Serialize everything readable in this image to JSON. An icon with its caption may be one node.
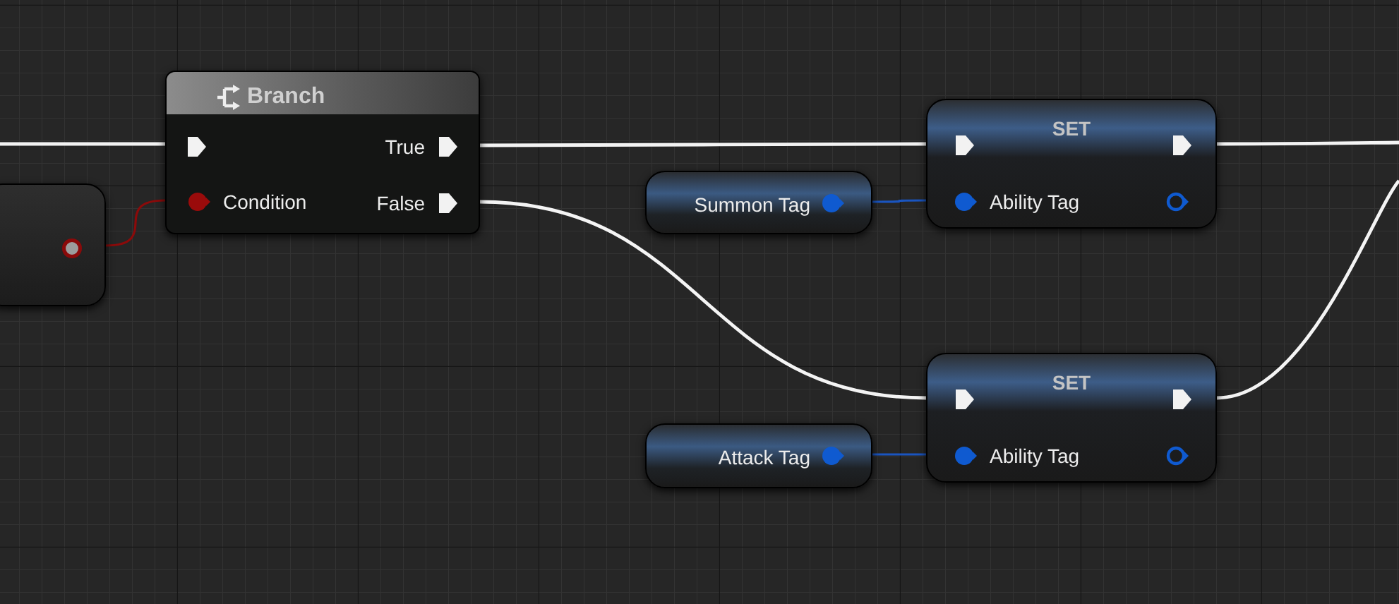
{
  "diagram": {
    "nodes": [
      {
        "text": [],
        "shape": "box"
      },
      {
        "text": [
          "Branch",
          "True",
          "Condition",
          "False"
        ]
      },
      {
        "text": [
          "Summon Tag"
        ]
      },
      {
        "text": [
          "SET",
          "Ability Tag"
        ]
      },
      {
        "text": [
          "Attack Tag"
        ]
      },
      {
        "text": [
          "SET",
          "Ability Tag"
        ]
      }
    ],
    "edges": [
      {
        "from": null,
        "to": 1,
        "arrow": "none"
      },
      {
        "from": 0,
        "to": 1,
        "arrow": "none",
        "color": "#8b0a0a"
      },
      {
        "from": 1,
        "to": 3,
        "arrow": "none"
      },
      {
        "from": 1,
        "to": 5,
        "arrow": "none"
      },
      {
        "from": 2,
        "to": 3,
        "arrow": "none",
        "color": "#1a55c0"
      },
      {
        "from": 3,
        "to": null,
        "arrow": "none"
      },
      {
        "from": 4,
        "to": 5,
        "arrow": "none",
        "color": "#1a55c0"
      },
      {
        "from": 5,
        "to": null,
        "arrow": "none"
      }
    ]
  }
}
